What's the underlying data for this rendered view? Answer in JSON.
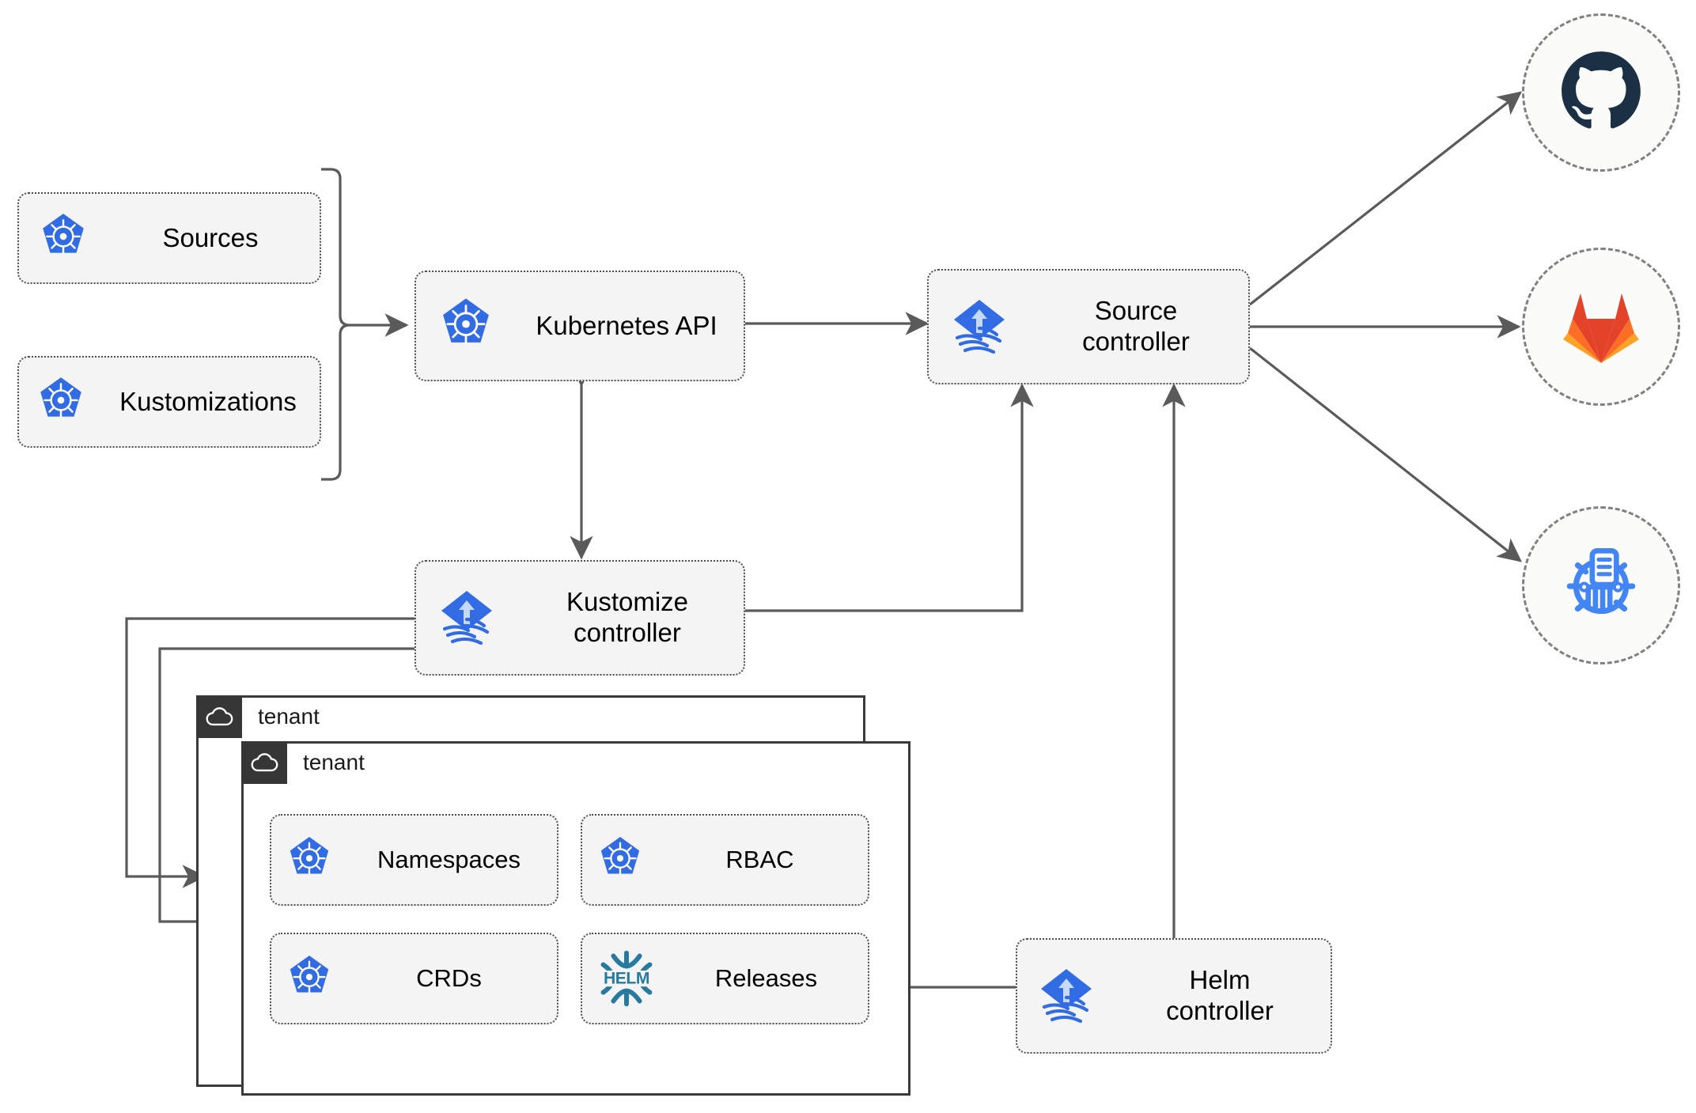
{
  "diagram": {
    "title": "Flux GitOps multi-tenancy architecture",
    "colors": {
      "kubernetes_blue": "#326ce5",
      "flux_blue": "#326ce5",
      "helm_teal": "#277a9f",
      "github_navy": "#1b2f45",
      "gitlab_orange": "#e24329",
      "gitlab_light_orange": "#fca326",
      "edge_gray": "#5a5a5a",
      "node_fill": "#f4f4f4",
      "tenant_header": "#363636"
    },
    "resources": [
      {
        "id": "sources",
        "label": "Sources",
        "icon": "kubernetes-icon"
      },
      {
        "id": "kustomizations",
        "label": "Kustomizations",
        "icon": "kubernetes-icon"
      }
    ],
    "core": [
      {
        "id": "kubernetes-api",
        "label": "Kubernetes API",
        "icon": "kubernetes-icon"
      },
      {
        "id": "source-controller",
        "label": "Source\ncontroller",
        "icon": "flux-icon"
      },
      {
        "id": "kustomize-controller",
        "label": "Kustomize\ncontroller",
        "icon": "flux-icon"
      },
      {
        "id": "helm-controller",
        "label": "Helm\ncontroller",
        "icon": "flux-icon"
      }
    ],
    "providers": [
      {
        "id": "github",
        "label": "github-icon",
        "icon": "github-icon"
      },
      {
        "id": "gitlab",
        "label": "gitlab-icon",
        "icon": "gitlab-icon"
      },
      {
        "id": "helm-repository",
        "label": "helm-repository-icon",
        "icon": "helm-repository-icon"
      }
    ],
    "tenants": [
      {
        "id": "tenant-back",
        "label": "tenant",
        "icon": "cloud-icon"
      },
      {
        "id": "tenant-front",
        "label": "tenant",
        "icon": "cloud-icon"
      }
    ],
    "tenant_resources": [
      {
        "id": "namespaces",
        "label": "Namespaces",
        "icon": "kubernetes-icon"
      },
      {
        "id": "rbac",
        "label": "RBAC",
        "icon": "kubernetes-icon"
      },
      {
        "id": "crds",
        "label": "CRDs",
        "icon": "kubernetes-icon"
      },
      {
        "id": "releases",
        "label": "Releases",
        "icon": "helm-icon"
      }
    ],
    "edges": [
      {
        "from": "sources+kustomizations",
        "to": "kubernetes-api",
        "style": "bracket-arrow"
      },
      {
        "from": "kubernetes-api",
        "to": "source-controller",
        "style": "double-arrow"
      },
      {
        "from": "kubernetes-api",
        "to": "kustomize-controller",
        "style": "double-arrow"
      },
      {
        "from": "kustomize-controller",
        "to": "source-controller",
        "style": "arrow"
      },
      {
        "from": "helm-controller",
        "to": "source-controller",
        "style": "arrow"
      },
      {
        "from": "source-controller",
        "to": "github",
        "style": "arrow"
      },
      {
        "from": "source-controller",
        "to": "gitlab",
        "style": "arrow"
      },
      {
        "from": "source-controller",
        "to": "helm-repository",
        "style": "arrow"
      },
      {
        "from": "kustomize-controller",
        "to": "tenant-back",
        "style": "arrow"
      },
      {
        "from": "kustomize-controller",
        "to": "tenant-front",
        "style": "arrow"
      },
      {
        "from": "helm-controller",
        "to": "releases",
        "style": "arrow"
      }
    ]
  }
}
